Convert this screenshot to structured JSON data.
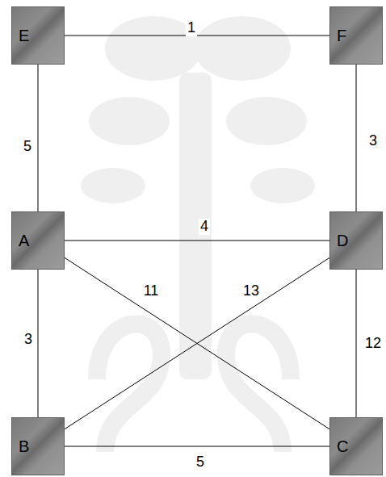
{
  "diagram": {
    "nodes": [
      {
        "text": [
          "E"
        ]
      },
      {
        "text": [
          "F"
        ]
      },
      {
        "text": [
          "A"
        ]
      },
      {
        "text": [
          "D"
        ]
      },
      {
        "text": [
          "B"
        ]
      },
      {
        "text": [
          "C"
        ]
      }
    ],
    "edges": [
      {
        "from": 0,
        "to": 1,
        "arrow": "none",
        "label": "1"
      },
      {
        "from": 0,
        "to": 2,
        "arrow": "none",
        "label": "5"
      },
      {
        "from": 1,
        "to": 3,
        "arrow": "none",
        "label": "3"
      },
      {
        "from": 2,
        "to": 3,
        "arrow": "none",
        "label": "4"
      },
      {
        "from": 2,
        "to": 5,
        "arrow": "none",
        "label": "11"
      },
      {
        "from": 3,
        "to": 4,
        "arrow": "none",
        "label": "13"
      },
      {
        "from": 2,
        "to": 4,
        "arrow": "none",
        "label": "3"
      },
      {
        "from": 3,
        "to": 5,
        "arrow": "none",
        "label": "12"
      },
      {
        "from": 4,
        "to": 5,
        "arrow": "none",
        "label": "5"
      }
    ]
  }
}
